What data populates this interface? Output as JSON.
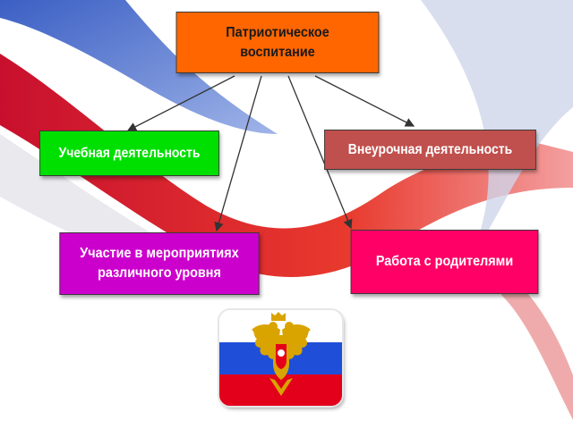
{
  "colors": {
    "root_fill": "#ff6600",
    "study_fill": "#00e000",
    "extra_fill": "#c0504d",
    "events_fill": "#cc00cc",
    "parents_fill": "#ff0066",
    "flag_white": "#ffffff",
    "flag_blue": "#1f4fd8",
    "flag_red": "#e3001b",
    "emblem_gold": "#d9a400"
  },
  "diagram": {
    "root": {
      "label": "Патриотическое\nвоспитание"
    },
    "children": [
      {
        "id": "study",
        "label": "Учебная деятельность"
      },
      {
        "id": "extra",
        "label": "Внеурочная деятельность"
      },
      {
        "id": "events",
        "label": "Участие в мероприятиях\nразличного  уровня"
      },
      {
        "id": "parents",
        "label": "Работа  с родителями"
      }
    ]
  },
  "flag": {
    "icon": "russian-coat-of-arms-icon"
  }
}
